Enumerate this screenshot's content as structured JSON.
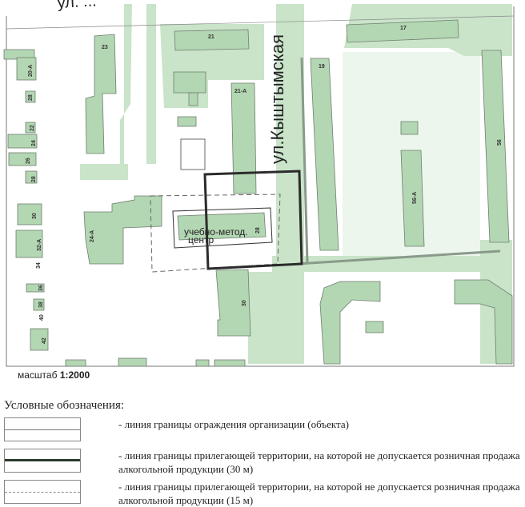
{
  "map": {
    "street_label": "ул.Кыштымская",
    "street_label_top": "ул. ...",
    "object_label_line1": "учебно-метод.",
    "object_label_line2": "центр",
    "buildings": {
      "b17": "17",
      "b19": "19",
      "b21": "21",
      "b21a": "21-А",
      "b23": "23",
      "b20a": "20-А",
      "b28a": "28",
      "b22": "22",
      "b24": "24",
      "b26": "26",
      "b28b": "28",
      "b30a": "30",
      "b32a": "32-А",
      "b34": "34",
      "b36": "36",
      "b38": "38",
      "b40": "40",
      "b42": "42",
      "b24a": "24-А",
      "b28": "28",
      "b30": "30",
      "b56": "56",
      "b56a": "56-А"
    },
    "colors": {
      "building": "#b3d6b3",
      "green": "#c9e4c9",
      "boundary": "#2b2b2b"
    }
  },
  "scale": {
    "label": "масштаб",
    "value": "1:2000"
  },
  "legend": {
    "title": "Условные обозначения:",
    "items": [
      {
        "text": "- линия границы ограждения организации (объекта)"
      },
      {
        "text": "- линия границы прилегающей территории, на которой не допускается розничная продажа алкогольной продукции (30 м)"
      },
      {
        "text": "- линия границы прилегающей территории, на которой не допускается розничная продажа алкогольной продукции (15 м)"
      }
    ]
  }
}
